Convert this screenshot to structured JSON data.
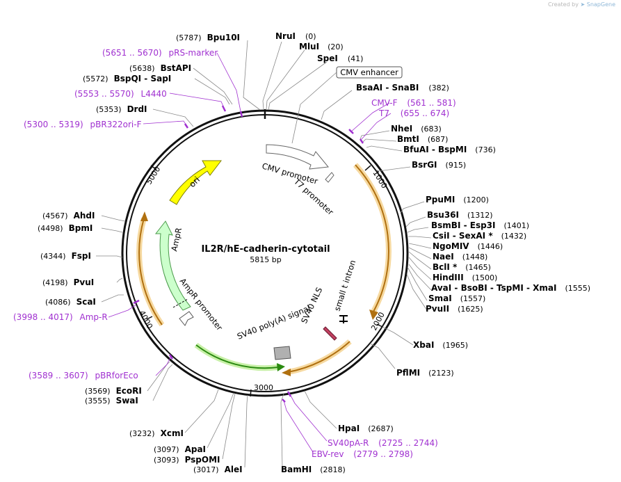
{
  "credit": {
    "prefix": "Created by",
    "brand": "SnapGene"
  },
  "plasmid": {
    "name": "IL2R/hE-cadherin-cytotail",
    "length": "5815 bp"
  },
  "scale_ticks": [
    {
      "label": "1000"
    },
    {
      "label": "2000"
    },
    {
      "label": "3000"
    },
    {
      "label": "4000"
    },
    {
      "label": "5000"
    }
  ],
  "sites": [
    {
      "name": "Bpu10I",
      "pos": "(5787)"
    },
    {
      "name": "NruI",
      "pos": "(0)"
    },
    {
      "name": "MluI",
      "pos": "(20)"
    },
    {
      "name": "SpeI",
      "pos": "(41)"
    },
    {
      "name": "BsaAI  -  SnaBI",
      "pos": "(382)"
    },
    {
      "name": "NheI",
      "pos": "(683)"
    },
    {
      "name": "BmtI",
      "pos": "(687)"
    },
    {
      "name": "BfuAI  -  BspMI",
      "pos": "(736)"
    },
    {
      "name": "BsrGI",
      "pos": "(915)"
    },
    {
      "name": "PpuMI",
      "pos": "(1200)"
    },
    {
      "name": "Bsu36I",
      "pos": "(1312)"
    },
    {
      "name": "BsmBI  -  Esp3I",
      "pos": "(1401)"
    },
    {
      "name": "CsiI  -  SexAI *",
      "pos": "(1432)"
    },
    {
      "name": "NgoMIV",
      "pos": "(1446)"
    },
    {
      "name": "NaeI",
      "pos": "(1448)"
    },
    {
      "name": "BclI *",
      "pos": "(1465)"
    },
    {
      "name": "HindIII",
      "pos": "(1500)"
    },
    {
      "name": "AvaI  -  BsoBI  -  TspMI  -  XmaI",
      "pos": "(1555)"
    },
    {
      "name": "SmaI",
      "pos": "(1557)"
    },
    {
      "name": "PvuII",
      "pos": "(1625)"
    },
    {
      "name": "XbaI",
      "pos": "(1965)"
    },
    {
      "name": "PflMI",
      "pos": "(2123)"
    },
    {
      "name": "HpaI",
      "pos": "(2687)"
    },
    {
      "name": "BamHI",
      "pos": "(2818)"
    },
    {
      "name": "AleI",
      "pos": "(3017)"
    },
    {
      "name": "PspOMI",
      "pos": "(3093)"
    },
    {
      "name": "ApaI",
      "pos": "(3097)"
    },
    {
      "name": "XcmI",
      "pos": "(3232)"
    },
    {
      "name": "SwaI",
      "pos": "(3555)"
    },
    {
      "name": "EcoRI",
      "pos": "(3569)"
    },
    {
      "name": "ScaI",
      "pos": "(4086)"
    },
    {
      "name": "PvuI",
      "pos": "(4198)"
    },
    {
      "name": "FspI",
      "pos": "(4344)"
    },
    {
      "name": "BpmI",
      "pos": "(4498)"
    },
    {
      "name": "AhdI",
      "pos": "(4567)"
    },
    {
      "name": "DrdI",
      "pos": "(5353)"
    },
    {
      "name": "BspQI  -  SapI",
      "pos": "(5572)"
    },
    {
      "name": "BstAPI",
      "pos": "(5638)"
    }
  ],
  "primers": [
    {
      "range": "(5651 .. 5670)",
      "name": "pRS-marker"
    },
    {
      "range": "(5553 .. 5570)",
      "name": "L4440"
    },
    {
      "range": "(5300 .. 5319)",
      "name": "pBR322ori-F"
    },
    {
      "range": "(561 .. 581)",
      "name": "CMV-F"
    },
    {
      "range": "(655 .. 674)",
      "name": "T7"
    },
    {
      "range": "(3998 .. 4017)",
      "name": "Amp-R"
    },
    {
      "range": "(3589 .. 3607)",
      "name": "pBRforEco"
    },
    {
      "range": "(2725 .. 2744)",
      "name": "SV40pA-R"
    },
    {
      "range": "(2779 .. 2798)",
      "name": "EBV-rev"
    }
  ],
  "features": [
    {
      "name": "CMV enhancer"
    },
    {
      "name": "CMV promoter"
    },
    {
      "name": "T7 promoter"
    },
    {
      "name": "small t intron"
    },
    {
      "name": "SV40 NLS"
    },
    {
      "name": "SV40 poly(A) signal"
    },
    {
      "name": "AmpR promoter"
    },
    {
      "name": "AmpR"
    },
    {
      "name": "ori"
    }
  ],
  "colors": {
    "ori": "#ffff00",
    "ampr": "#ccffcc",
    "orf": "#f0a030",
    "primer": "#a030d0",
    "sv40pa": "#b0b0b0"
  }
}
